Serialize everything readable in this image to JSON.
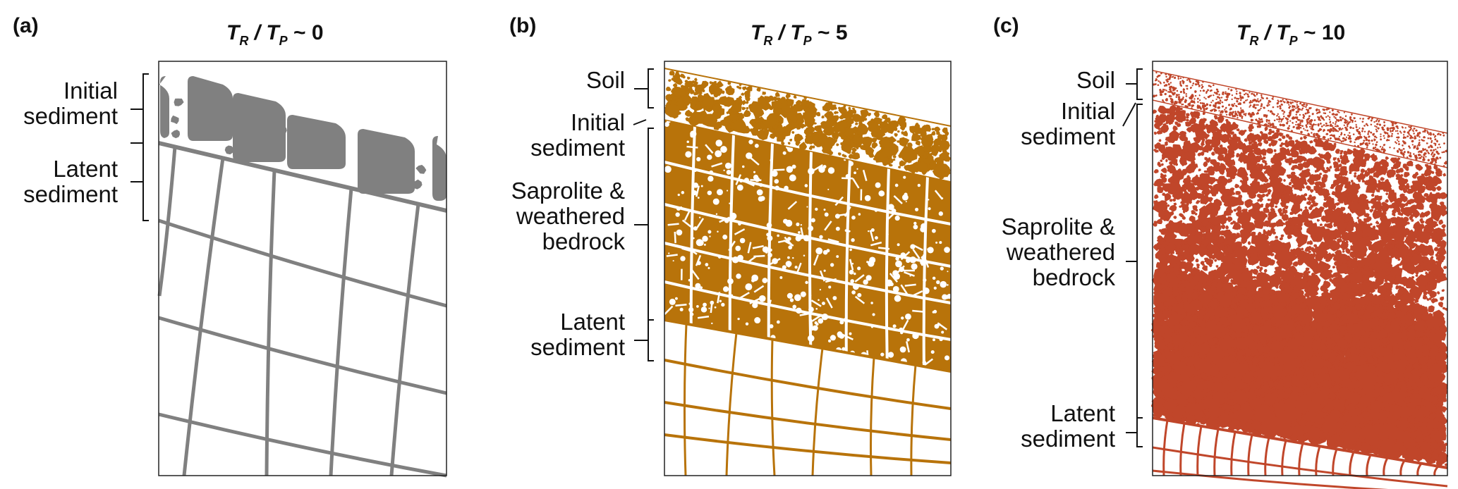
{
  "panels": [
    {
      "letter": "(a)",
      "title": {
        "t1": "T",
        "s1": "R",
        "sep": " / ",
        "t2": "T",
        "s2": "P",
        "rest": " ~ 0"
      },
      "labels": [
        "Initial\nsediment",
        "Latent\nsediment"
      ],
      "color": "#808080"
    },
    {
      "letter": "(b)",
      "title": {
        "t1": "T",
        "s1": "R",
        "sep": " / ",
        "t2": "T",
        "s2": "P",
        "rest": " ~ 5"
      },
      "labels": [
        "Soil",
        "Initial\nsediment",
        "Saprolite &\nweathered\nbedrock",
        "Latent\nsediment"
      ],
      "color": "#b8730a"
    },
    {
      "letter": "(c)",
      "title": {
        "t1": "T",
        "s1": "R",
        "sep": " / ",
        "t2": "T",
        "s2": "P",
        "rest": " ~ 10"
      },
      "labels": [
        "Soil",
        "Initial\nsediment",
        "Saprolite &\nweathered\nbedrock",
        "Latent\nsediment"
      ],
      "color": "#c0462a"
    }
  ]
}
